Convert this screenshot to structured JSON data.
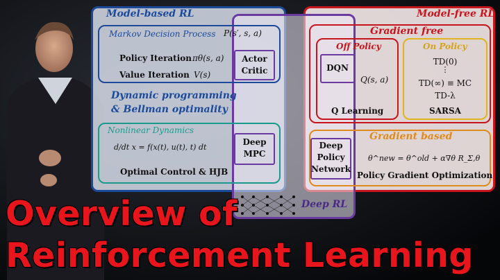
{
  "model_based": {
    "title": "Model-based RL",
    "mdp": {
      "title": "Markov Decision Process",
      "transition": "P(s′, s, a)",
      "policy_iteration": "Policy Iteration",
      "policy_formula": "πθ(s, a)",
      "value_iteration": "Value Iteration",
      "value_formula": "V(s)"
    },
    "dp_line1": "Dynamic programming",
    "dp_line2": "& Bellman optimality",
    "nonlinear": {
      "title": "Nonlinear Dynamics",
      "ode": "d/dt x = f(x(t), u(t), t) dt",
      "caption": "Optimal Control & HJB"
    }
  },
  "deep_rl": {
    "title": "Deep RL",
    "actor_critic": [
      "Actor",
      "Critic"
    ],
    "deep_mpc": [
      "Deep",
      "MPC"
    ]
  },
  "model_free": {
    "title": "Model-free RL",
    "gradient_free": {
      "title": "Gradient free",
      "off_policy": {
        "title": "Off Policy",
        "dqn": "DQN",
        "q_function": "Q(s, a)",
        "caption": "Q Learning"
      },
      "on_policy": {
        "title": "On Policy",
        "td0": "TD(0)",
        "dots": "⋮",
        "td_inf": "TD(∞) ≡ MC",
        "td_lambda": "TD-λ",
        "caption": "SARSA"
      }
    },
    "gradient_based": {
      "title": "Gradient based",
      "dpn": [
        "Deep",
        "Policy",
        "Network"
      ],
      "update_rule": "θ^new = θ^old + α∇θ R_Σ,θ",
      "caption": "Policy Gradient Optimization"
    }
  },
  "headline": {
    "line1": "Overview of",
    "line2": "Reinforcement Learning"
  },
  "colors": {
    "model_based": "#1c4a9a",
    "model_free": "#c8141c",
    "deep_rl": "#6a3aa0",
    "nonlinear": "#189a8c",
    "on_policy": "#e0b41c",
    "gradient_based": "#e08a1c",
    "headline": "#e8161c"
  }
}
